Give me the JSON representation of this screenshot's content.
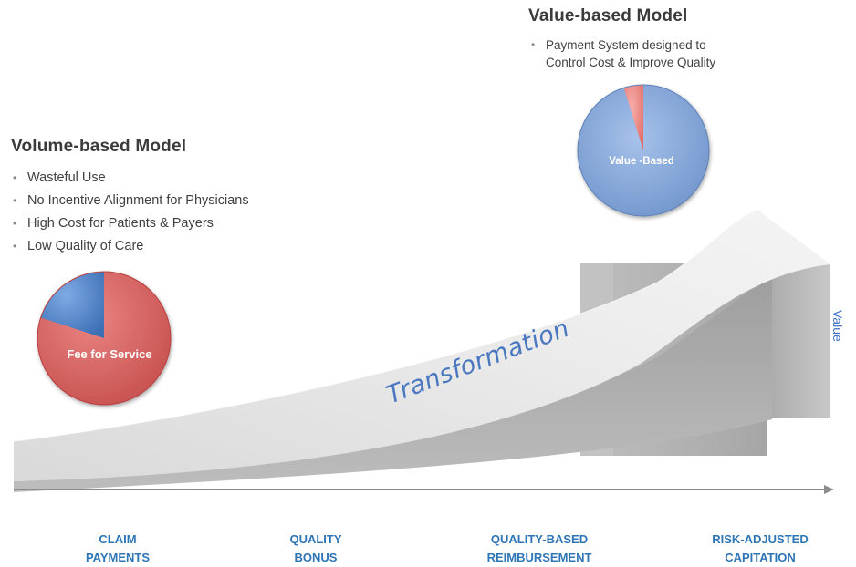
{
  "volume_model": {
    "title": "Volume-based Model",
    "bullets": [
      "Wasteful Use",
      "No Incentive Alignment for Physicians",
      "High Cost for Patients & Payers",
      "Low Quality of Care"
    ],
    "pie_label": "Fee for Service",
    "pie_fee_share": 0.8,
    "pie_colors": {
      "major": "#d9605e",
      "minor": "#5b8fd1"
    }
  },
  "value_model": {
    "title": "Value-based Model",
    "bullets": [
      "Payment System designed to Control Cost & Improve Quality"
    ],
    "pie_label": "Value -Based",
    "pie_value_share": 0.96,
    "pie_colors": {
      "major": "#7ea3d8",
      "minor": "#f28b86"
    }
  },
  "arrow": {
    "label": "Transformation",
    "label_color": "#4a78c0"
  },
  "stages": [
    {
      "line1": "CLAIM",
      "line2": "PAYMENTS"
    },
    {
      "line1": "QUALITY",
      "line2": "BONUS"
    },
    {
      "line1": "QUALITY-BASED",
      "line2": "REIMBURSEMENT"
    },
    {
      "line1": "RISK-ADJUSTED",
      "line2": "CAPITATION"
    }
  ],
  "side_label": "Value",
  "colors": {
    "stage_text": "#2e75b6",
    "axis": "#8c8c8c"
  }
}
